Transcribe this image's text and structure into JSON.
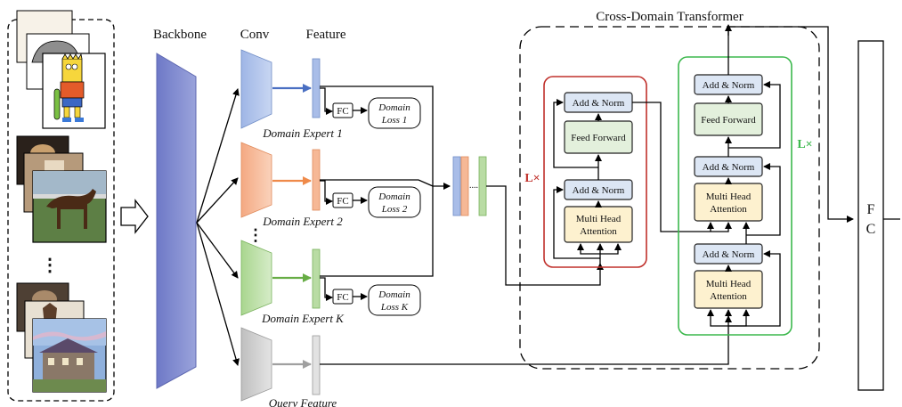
{
  "headers": {
    "backbone": "Backbone",
    "conv": "Conv",
    "feature": "Feature",
    "transformer_title": "Cross-Domain Transformer"
  },
  "experts": [
    {
      "label": "Domain Expert 1",
      "loss_line1": "Domain",
      "loss_line2": "Loss 1",
      "fc": "FC"
    },
    {
      "label": "Domain Expert 2",
      "loss_line1": "Domain",
      "loss_line2": "Loss 2",
      "fc": "FC"
    },
    {
      "label": "Domain Expert K",
      "loss_line1": "Domain",
      "loss_line2": "Loss K",
      "fc": "FC"
    }
  ],
  "query": {
    "label": "Query Feature"
  },
  "ellipsis": {
    "vertical": "⋮",
    "horizontal": "...."
  },
  "encoder": {
    "repeat": "L×",
    "add_norm": "Add & Norm",
    "feed_forward": "Feed Forward",
    "mha_line1": "Multi Head",
    "mha_line2": "Attention"
  },
  "decoder": {
    "repeat": "L×",
    "add_norm": "Add & Norm",
    "feed_forward": "Feed Forward",
    "mha_line1": "Multi Head",
    "mha_line2": "Attention"
  },
  "fc_final": {
    "line1": "F",
    "line2": "C"
  },
  "colors": {
    "backbone": "#7b86cf",
    "expert1": "#a9bde8",
    "expert2": "#f6b896",
    "expertK": "#b9dca4",
    "query": "#cfcfcf",
    "arrow1": "#4a6fc2",
    "arrow2": "#ef8a4a",
    "arrowK": "#67ad45",
    "arrowQ": "#a0a0a0",
    "encoder_border": "#c0302b",
    "decoder_border": "#3cb84d",
    "add_norm_fill": "#dce6f4",
    "ff_fill": "#e3f0dc",
    "mha_fill": "#fdf1cf"
  }
}
